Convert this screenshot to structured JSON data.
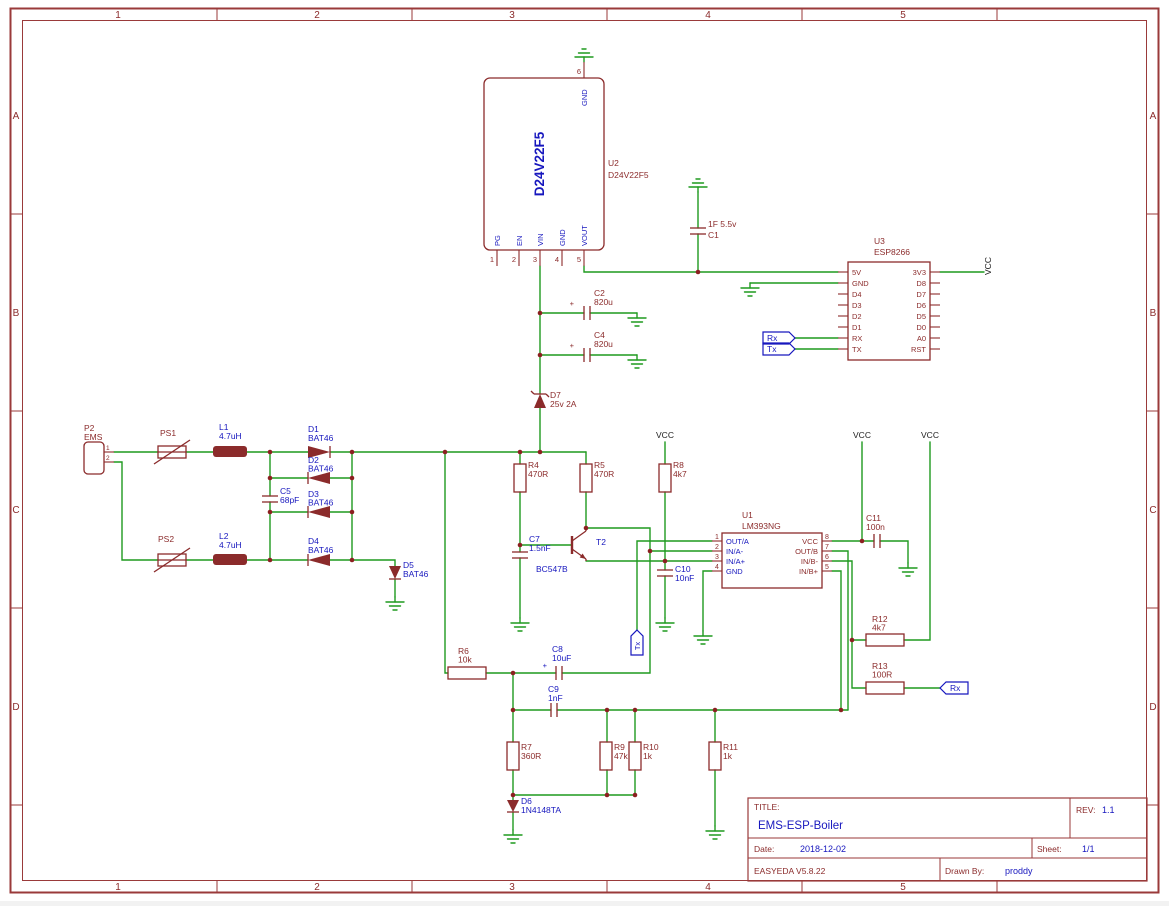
{
  "palette": {
    "wire_green": "#1F9A1F",
    "component_maroon": "#8B2B2B",
    "label_blue": "#1717BE",
    "label_black": "#1c1c1c",
    "background": "#ffffff"
  },
  "frame": {
    "columns": [
      "1",
      "2",
      "3",
      "4",
      "5"
    ],
    "rows": [
      "A",
      "B",
      "C",
      "D"
    ]
  },
  "net_flags": {
    "vcc": "VCC",
    "rx": "Rx",
    "tx": "Tx",
    "plus": "+"
  },
  "title_block": {
    "title_label": "TITLE:",
    "title": "EMS-ESP-Boiler",
    "rev_label": "REV:",
    "rev": "1.1",
    "date_label": "Date:",
    "date": "2018-12-02",
    "sheet_label": "Sheet:",
    "sheet": "1/1",
    "tool": "EASYEDA V5.8.22",
    "drawn_by_label": "Drawn By:",
    "drawn_by": "proddy"
  },
  "components": {
    "U2": {
      "ref": "U2",
      "part": "D24V22F5",
      "box_label": "D24V22F5",
      "pins": [
        {
          "n": "1",
          "name": "PG"
        },
        {
          "n": "2",
          "name": "EN"
        },
        {
          "n": "3",
          "name": "VIN"
        },
        {
          "n": "4",
          "name": "GND"
        },
        {
          "n": "5",
          "name": "VOUT"
        },
        {
          "n": "6",
          "name": "GND"
        }
      ]
    },
    "U3": {
      "ref": "U3",
      "part": "ESP8266",
      "left_pins": [
        "5V",
        "GND",
        "D4",
        "D3",
        "D2",
        "D1",
        "RX",
        "TX"
      ],
      "right_pins": [
        "3V3",
        "D8",
        "D7",
        "D6",
        "D5",
        "D0",
        "A0",
        "RST"
      ]
    },
    "U1": {
      "ref": "U1",
      "part": "LM393NG",
      "left_pins": [
        {
          "n": "1",
          "name": "OUT/A"
        },
        {
          "n": "2",
          "name": "IN/A-"
        },
        {
          "n": "3",
          "name": "IN/A+"
        },
        {
          "n": "4",
          "name": "GND"
        }
      ],
      "right_pins": [
        {
          "n": "8",
          "name": "VCC"
        },
        {
          "n": "7",
          "name": "OUT/B"
        },
        {
          "n": "6",
          "name": "IN/B-"
        },
        {
          "n": "5",
          "name": "IN/B+"
        }
      ]
    },
    "P2": {
      "ref": "P2",
      "part": "EMS",
      "pins": [
        "1",
        "2"
      ]
    },
    "PS1": {
      "ref": "PS1"
    },
    "PS2": {
      "ref": "PS2"
    },
    "L1": {
      "ref": "L1",
      "value": "4.7uH"
    },
    "L2": {
      "ref": "L2",
      "value": "4.7uH"
    },
    "D1": {
      "ref": "D1",
      "value": "BAT46"
    },
    "D2": {
      "ref": "D2",
      "value": "BAT46"
    },
    "D3": {
      "ref": "D3",
      "value": "BAT46"
    },
    "D4": {
      "ref": "D4",
      "value": "BAT46"
    },
    "D5": {
      "ref": "D5",
      "value": "BAT46"
    },
    "D6": {
      "ref": "D6",
      "value": "1N4148TA"
    },
    "D7": {
      "ref": "D7",
      "value": "25v 2A"
    },
    "C1": {
      "ref": "C1",
      "value": "1F 5.5v"
    },
    "C2": {
      "ref": "C2",
      "value": "820u"
    },
    "C4": {
      "ref": "C4",
      "value": "820u"
    },
    "C5": {
      "ref": "C5",
      "value": "68pF"
    },
    "C7": {
      "ref": "C7",
      "value": "1.5nF"
    },
    "C8": {
      "ref": "C8",
      "value": "10uF"
    },
    "C9": {
      "ref": "C9",
      "value": "1nF"
    },
    "C10": {
      "ref": "C10",
      "value": "10nF"
    },
    "C11": {
      "ref": "C11",
      "value": "100n"
    },
    "R4": {
      "ref": "R4",
      "value": "470R"
    },
    "R5": {
      "ref": "R5",
      "value": "470R"
    },
    "R6": {
      "ref": "R6",
      "value": "10k"
    },
    "R7": {
      "ref": "R7",
      "value": "360R"
    },
    "R8": {
      "ref": "R8",
      "value": "4k7"
    },
    "R9": {
      "ref": "R9",
      "value": "47k"
    },
    "R10": {
      "ref": "R10",
      "value": "1k"
    },
    "R11": {
      "ref": "R11",
      "value": "1k"
    },
    "R12": {
      "ref": "R12",
      "value": "4k7"
    },
    "R13": {
      "ref": "R13",
      "value": "100R"
    },
    "T2": {
      "ref": "T2",
      "value": "BC547B"
    }
  }
}
